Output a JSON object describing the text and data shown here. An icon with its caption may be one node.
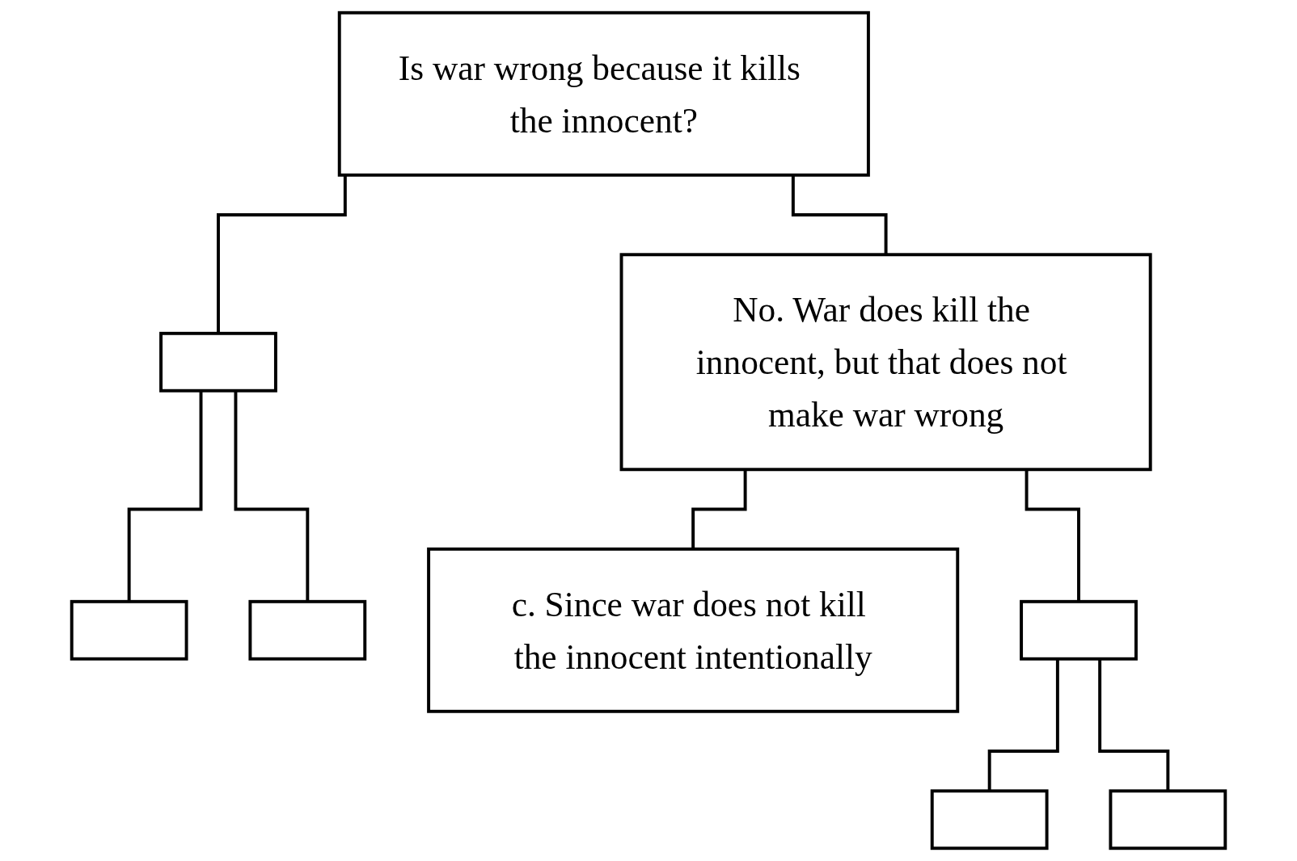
{
  "diagram": {
    "nodes": [
      {
        "text": [
          "Is war wrong because it kills the innocent?"
        ]
      },
      {
        "text": [],
        "shape": "box"
      },
      {
        "text": [
          "No. War does kill the innocent, but that does not make war wrong"
        ]
      },
      {
        "text": [],
        "shape": "box"
      },
      {
        "text": [],
        "shape": "box"
      },
      {
        "text": [
          "c. Since war does not kill the innocent intentionally"
        ]
      },
      {
        "text": [],
        "shape": "box"
      },
      {
        "text": [],
        "shape": "box"
      },
      {
        "text": [],
        "shape": "box"
      }
    ],
    "edges": [
      {
        "from": 0,
        "to": 1,
        "arrow": "none"
      },
      {
        "from": 0,
        "to": 2,
        "arrow": "none"
      },
      {
        "from": 1,
        "to": 3,
        "arrow": "none"
      },
      {
        "from": 1,
        "to": 4,
        "arrow": "none"
      },
      {
        "from": 2,
        "to": 5,
        "arrow": "none"
      },
      {
        "from": 2,
        "to": 6,
        "arrow": "none"
      },
      {
        "from": 6,
        "to": 7,
        "arrow": "none"
      },
      {
        "from": 6,
        "to": 8,
        "arrow": "none"
      }
    ]
  }
}
